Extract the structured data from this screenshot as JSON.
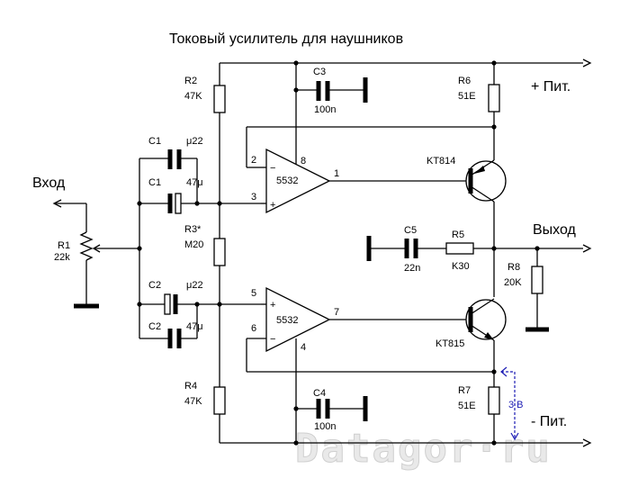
{
  "title": "Токовый усилитель для наушников",
  "input_label": "Вход",
  "output_label": "Выход",
  "supply_pos_label": "+ Пит.",
  "supply_neg_label": "- Пит.",
  "voltage_note": "3 В",
  "watermark": "Datagor·ru",
  "opamps": [
    {
      "name": "5532",
      "pins": {
        "inv": "2",
        "noninv": "3",
        "out": "1",
        "supply": "8"
      }
    },
    {
      "name": "5532",
      "pins": {
        "noninv": "5",
        "inv": "6",
        "out": "7",
        "supply": "4"
      }
    }
  ],
  "transistors": {
    "upper": "KT814",
    "lower": "KT815"
  },
  "components": {
    "R1": {
      "ref": "R1",
      "value": "22k"
    },
    "R2": {
      "ref": "R2",
      "value": "47K"
    },
    "R3": {
      "ref": "R3*",
      "value": "M20"
    },
    "R4": {
      "ref": "R4",
      "value": "47K"
    },
    "R5": {
      "ref": "R5",
      "value": "K30"
    },
    "R6": {
      "ref": "R6",
      "value": "51E"
    },
    "R7": {
      "ref": "R7",
      "value": "51E"
    },
    "R8": {
      "ref": "R8",
      "value": "20K"
    },
    "C1a": {
      "ref": "C1",
      "value": "μ22"
    },
    "C1b": {
      "ref": "C1",
      "value": "47μ"
    },
    "C2a": {
      "ref": "C2",
      "value": "μ22"
    },
    "C2b": {
      "ref": "C2",
      "value": "47μ"
    },
    "C3": {
      "ref": "C3",
      "value": "100n"
    },
    "C4": {
      "ref": "C4",
      "value": "100n"
    },
    "C5": {
      "ref": "C5",
      "value": "22n"
    }
  }
}
